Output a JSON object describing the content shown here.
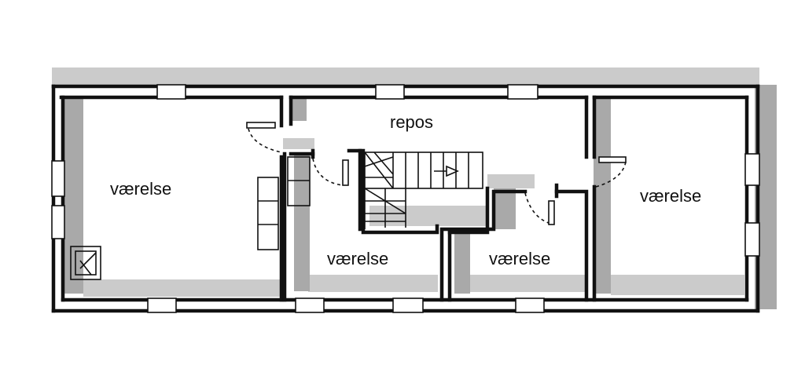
{
  "rooms": [
    {
      "id": "room-left",
      "label": "værelse"
    },
    {
      "id": "landing",
      "label": "repos"
    },
    {
      "id": "room-mid-left",
      "label": "værelse"
    },
    {
      "id": "room-mid-right",
      "label": "værelse"
    },
    {
      "id": "room-right",
      "label": "værelse"
    }
  ],
  "colors": {
    "ink": "#111111",
    "wash": "#8c8c8c",
    "paper": "#ffffff"
  }
}
